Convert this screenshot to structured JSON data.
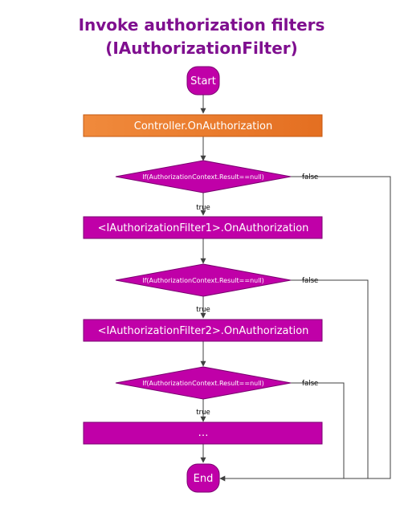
{
  "title": {
    "line1": "Invoke authorization filters",
    "line2": "(IAuthorizationFilter)"
  },
  "colors": {
    "title": "#7f0f8f",
    "node_fill": "#c000a8",
    "node_stroke": "#7a0070",
    "controller_fill": "#ed7d31",
    "line": "#404040"
  },
  "nodes": {
    "start": "Start",
    "controller": "Controller.OnAuthorization",
    "check1": "If(AuthorizationContext.Result==null)",
    "filter1": "<IAuthorizationFilter1>.OnAuthorization",
    "check2": "If(AuthorizationContext.Result==null)",
    "filter2": "<IAuthorizationFilter2>.OnAuthorization",
    "check3": "If(AuthorizationContext.Result==null)",
    "more": "…",
    "end": "End"
  },
  "edges": {
    "check1_true": "true",
    "check1_false": "false",
    "check2_true": "true",
    "check2_false": "false",
    "check3_true": "true",
    "check3_false": "false"
  }
}
